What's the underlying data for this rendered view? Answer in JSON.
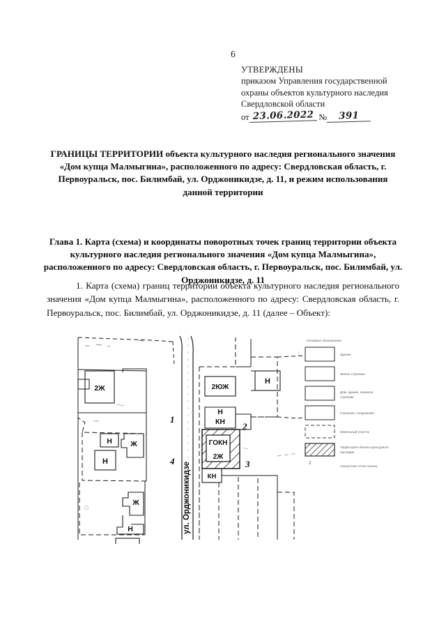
{
  "page": {
    "number": "6"
  },
  "approval": {
    "title": "УТВЕРЖДЕНЫ",
    "lines": [
      "приказом Управления государственной",
      "охраны объектов культурного наследия",
      "Свердловской области"
    ],
    "date_label": "от",
    "date_value": "23.06.2022",
    "number_label": "№",
    "number_value": "391"
  },
  "doc_title": "ГРАНИЦЫ ТЕРРИТОРИИ объекта культурного наследия регионального значения «Дом купца Малмыгина», расположенного по адресу: Свердловская область, г. Первоуральск, пос. Билимбай, ул. Орджоникидзе, д. 11, и режим использования данной территории",
  "chapter_title": "Глава 1. Карта (схема) и координаты поворотных точек границ территории объекта культурного наследия регионального значения «Дом купца Малмыгина», расположенного по адресу: Свердловская область, г. Первоуральск, пос. Билимбай, ул. Орджоникидзе, д. 11",
  "paragraph": "1. Карта (схема) границ территории объекта культурного наследия регионального значения «Дом купца Малмыгина», расположенного по адресу: Свердловская область, г. Первоуральск, пос. Билимбай, ул. Орджоникидзе, д. 11 (далее – Объект):",
  "map": {
    "street_label": "ул. Орджоникидзе",
    "object_labels": {
      "heritage_code": "ГОКН",
      "heritage_building": "2Ж"
    },
    "turning_points": [
      "1",
      "2",
      "3",
      "4"
    ],
    "building_labels_left": [
      "2Ж",
      "Н",
      "Ж",
      "Н",
      "Ж",
      "Н"
    ],
    "building_labels_right": [
      "2ЮЖ",
      "Н",
      "КН",
      "Н",
      "КН"
    ],
    "legend": {
      "header": "Условные обозначения",
      "items": [
        {
          "swatch": "solid-outline",
          "label": "Здание"
        },
        {
          "swatch": "solid-outline",
          "label": "Жилое строение"
        },
        {
          "swatch": "solid-outline",
          "label": "Дом, здание, нежилое строение"
        },
        {
          "swatch": "solid-outline",
          "label": "Строение, сооружение"
        },
        {
          "swatch": "dashed-outline",
          "label": "Земельный участок"
        },
        {
          "swatch": "hatched",
          "label": "Территория объекта культурного наследия"
        }
      ],
      "point_note": "1",
      "footer": "поворотная точка границ территории"
    }
  }
}
